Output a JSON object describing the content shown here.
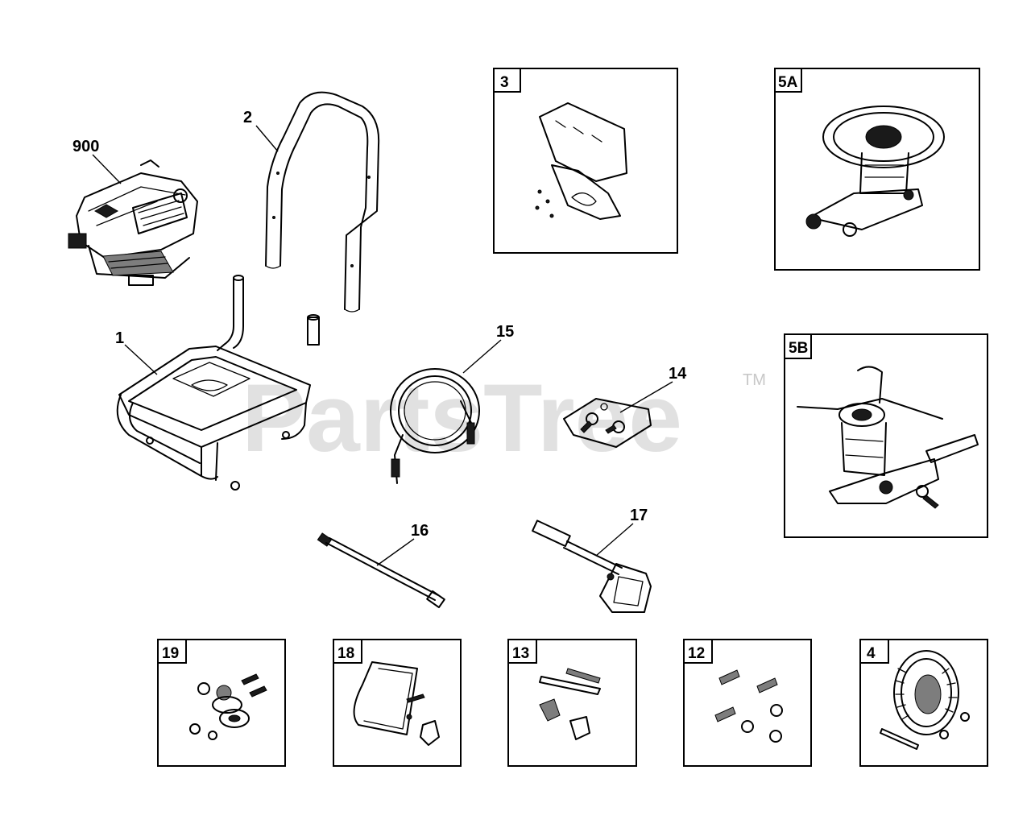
{
  "watermark": {
    "text": "PartsTree",
    "trademark": "TM"
  },
  "callouts": {
    "engine": "900",
    "handle": "2",
    "frame": "1",
    "hose": "15",
    "hardware_bag": "14",
    "lance": "16",
    "gun": "17"
  },
  "boxes": {
    "bracket": "3",
    "pump_a": "5A",
    "pump_b": "5B",
    "kit_19": "19",
    "kit_18": "18",
    "kit_13": "13",
    "kit_12": "12",
    "wheel": "4"
  }
}
